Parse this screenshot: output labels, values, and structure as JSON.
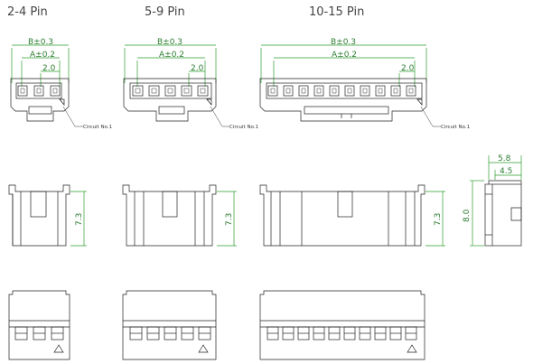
{
  "titles": {
    "pin_2_4": "2-4 Pin",
    "pin_5_9": "5-9 Pin",
    "pin_10_15": "10-15 Pin"
  },
  "dimensions": {
    "b": "B±0.3",
    "a": "A±0.2",
    "pitch": "2.0",
    "height": "7.3",
    "side_height": "8.0",
    "side_width": "5.8",
    "side_inner": "4.5"
  },
  "note": {
    "circuit": "Circuit No.1"
  },
  "colors": {
    "dimension": "#2e9e2e",
    "outline": "#222222",
    "title": "#444444"
  }
}
